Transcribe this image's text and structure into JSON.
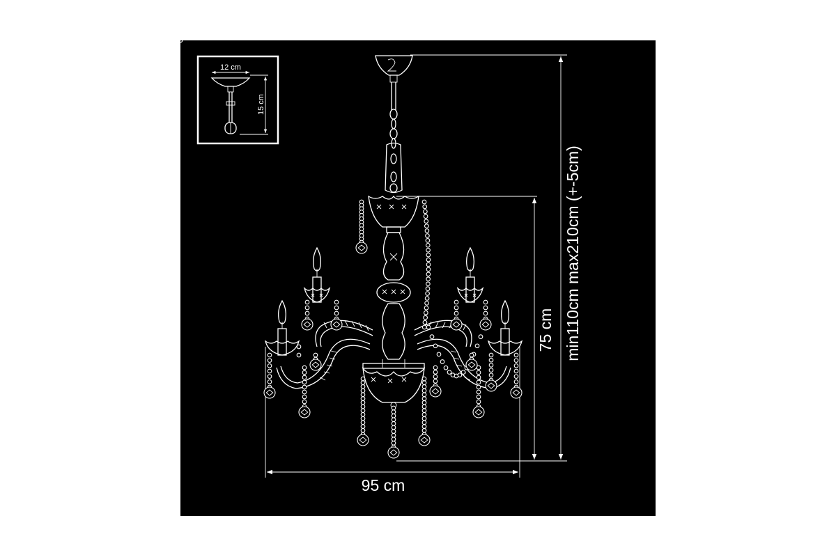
{
  "colors": {
    "background": "#000000",
    "lines": "#ffffff",
    "page": "#ffffff"
  },
  "inset": {
    "width_label": "12 cm",
    "height_label": "15 cm"
  },
  "dimensions": {
    "width_label": "95 cm",
    "body_height_label": "75 cm",
    "total_height_label": "min110cm  max210cm (+-5cm)"
  }
}
